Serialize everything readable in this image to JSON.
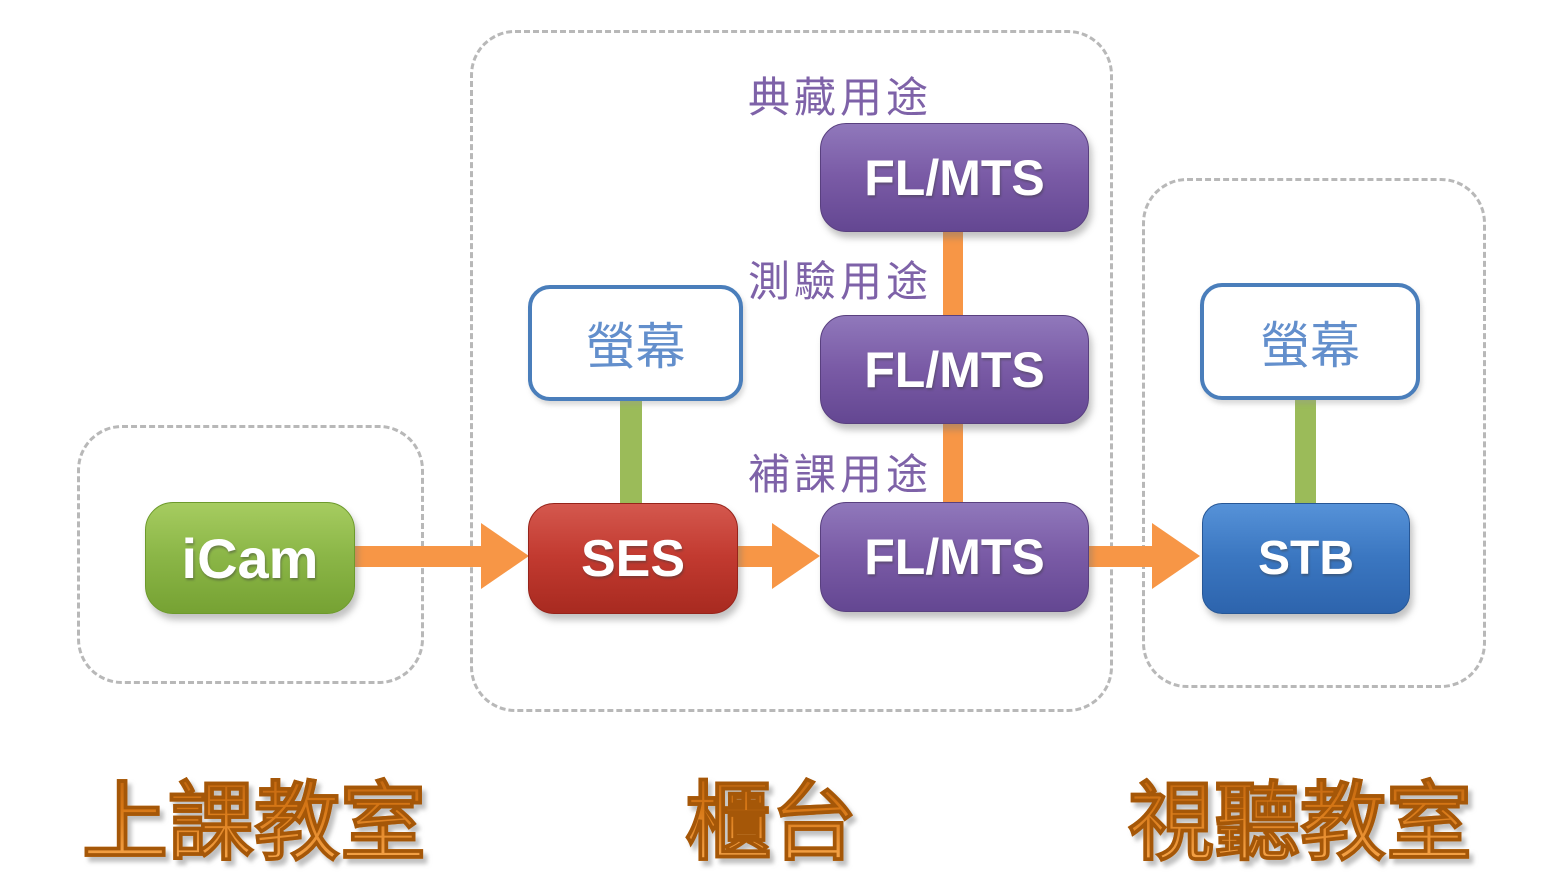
{
  "groups": {
    "classroom": {
      "label": "上課教室"
    },
    "counter": {
      "label": "櫃台"
    },
    "av_room": {
      "label": "視聽教室"
    }
  },
  "nodes": {
    "icam": {
      "label": "iCam"
    },
    "ses": {
      "label": "SES"
    },
    "screen_counter": {
      "label": "螢幕"
    },
    "flmts_archive": {
      "label": "FL/MTS"
    },
    "flmts_test": {
      "label": "FL/MTS"
    },
    "flmts_makeup": {
      "label": "FL/MTS"
    },
    "stb": {
      "label": "STB"
    },
    "screen_av": {
      "label": "螢幕"
    }
  },
  "annotations": {
    "archive": "典藏用途",
    "test": "測驗用途",
    "makeup": "補課用途"
  },
  "edges": [
    {
      "from": "iCam",
      "to": "SES",
      "type": "arrow",
      "color": "#f79646"
    },
    {
      "from": "SES",
      "to": "FL/MTS (補課用途)",
      "type": "arrow",
      "color": "#f79646"
    },
    {
      "from": "FL/MTS (補課用途)",
      "to": "STB",
      "type": "arrow",
      "color": "#f79646"
    },
    {
      "from": "螢幕 (櫃台)",
      "to": "SES",
      "type": "line",
      "color": "#9bbb59"
    },
    {
      "from": "螢幕 (視聽教室)",
      "to": "STB",
      "type": "line",
      "color": "#9bbb59"
    },
    {
      "from": "FL/MTS (典藏用途)",
      "to": "FL/MTS (測驗用途)",
      "type": "line",
      "color": "#f79646"
    },
    {
      "from": "FL/MTS (測驗用途)",
      "to": "FL/MTS (補課用途)",
      "type": "line",
      "color": "#f79646"
    }
  ],
  "colors": {
    "background": "#ffffff",
    "dashed_outline": "#b8b8b8",
    "arrow_orange": "#f79646",
    "connector_green": "#9bbb59",
    "node_green": "#8bb647",
    "node_red": "#c23a30",
    "node_purple": "#7a5ba6",
    "node_blue": "#3b77c1",
    "screen_border_blue": "#4a7ebb",
    "screen_text_blue": "#638fcc",
    "purpose_label_purple": "#7e62a8",
    "wordart_orange_dark": "#b05a0c",
    "wordart_orange_light": "#f9a84e"
  }
}
